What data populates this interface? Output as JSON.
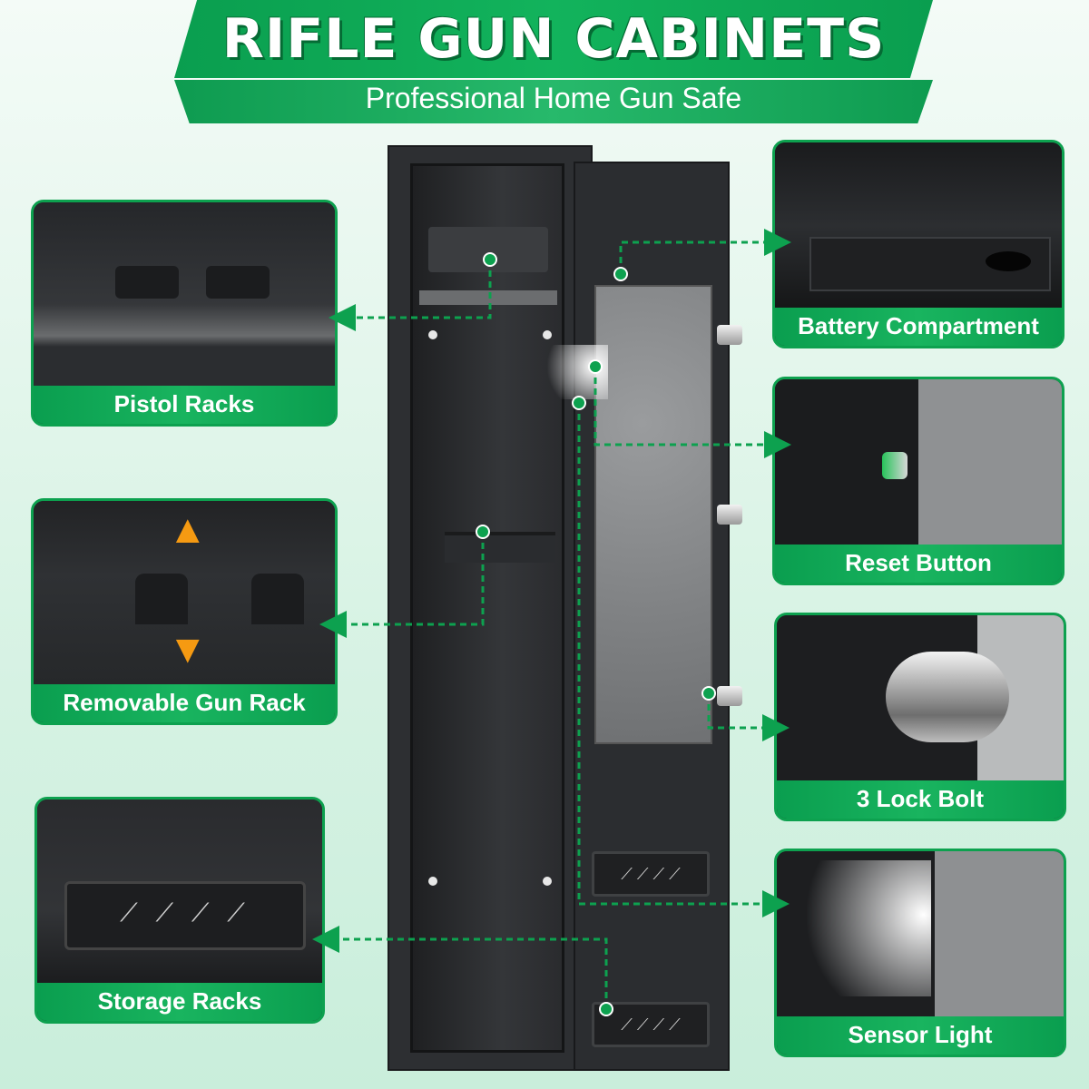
{
  "header": {
    "title": "RIFLE GUN CABINETS",
    "subtitle": "Professional Home Gun Safe"
  },
  "callouts": {
    "pistol_racks": "Pistol Racks",
    "removable_gun_rack": "Removable Gun Rack",
    "storage_racks": "Storage Racks",
    "battery_compartment": "Battery Compartment",
    "reset_button": "Reset Button",
    "lock_bolt": "3 Lock Bolt",
    "sensor_light": "Sensor Light"
  },
  "colors": {
    "accent_green": "#0da14f",
    "arrow_orange": "#f59a12",
    "background": "#d9f3e5"
  },
  "icons": {
    "connector": "dashed-line-arrow",
    "move": "up-down-arrow-icon"
  }
}
